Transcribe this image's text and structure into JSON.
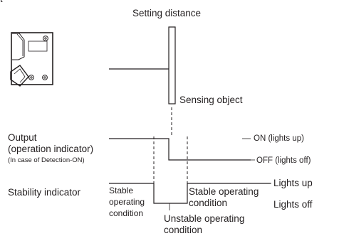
{
  "header_cropped": "t",
  "setting_distance": "Setting distance",
  "sensing_object": "Sensing object",
  "output_label": "Output",
  "operation_indicator": "(operation indicator)",
  "detection_mode": "(In case of Detection-ON)",
  "stability_indicator": "Stability indicator",
  "on_state": "ON (lights up)",
  "off_state": "OFF (lights off)",
  "lights_up": "Lights up",
  "lights_off": "Lights off",
  "stable_left_1": "Stable",
  "stable_left_2": "operating",
  "stable_left_3": "condition",
  "stable_right_1": "Stable operating",
  "stable_right_2": "condition",
  "unstable_1": "Unstable operating",
  "unstable_2": "condition"
}
